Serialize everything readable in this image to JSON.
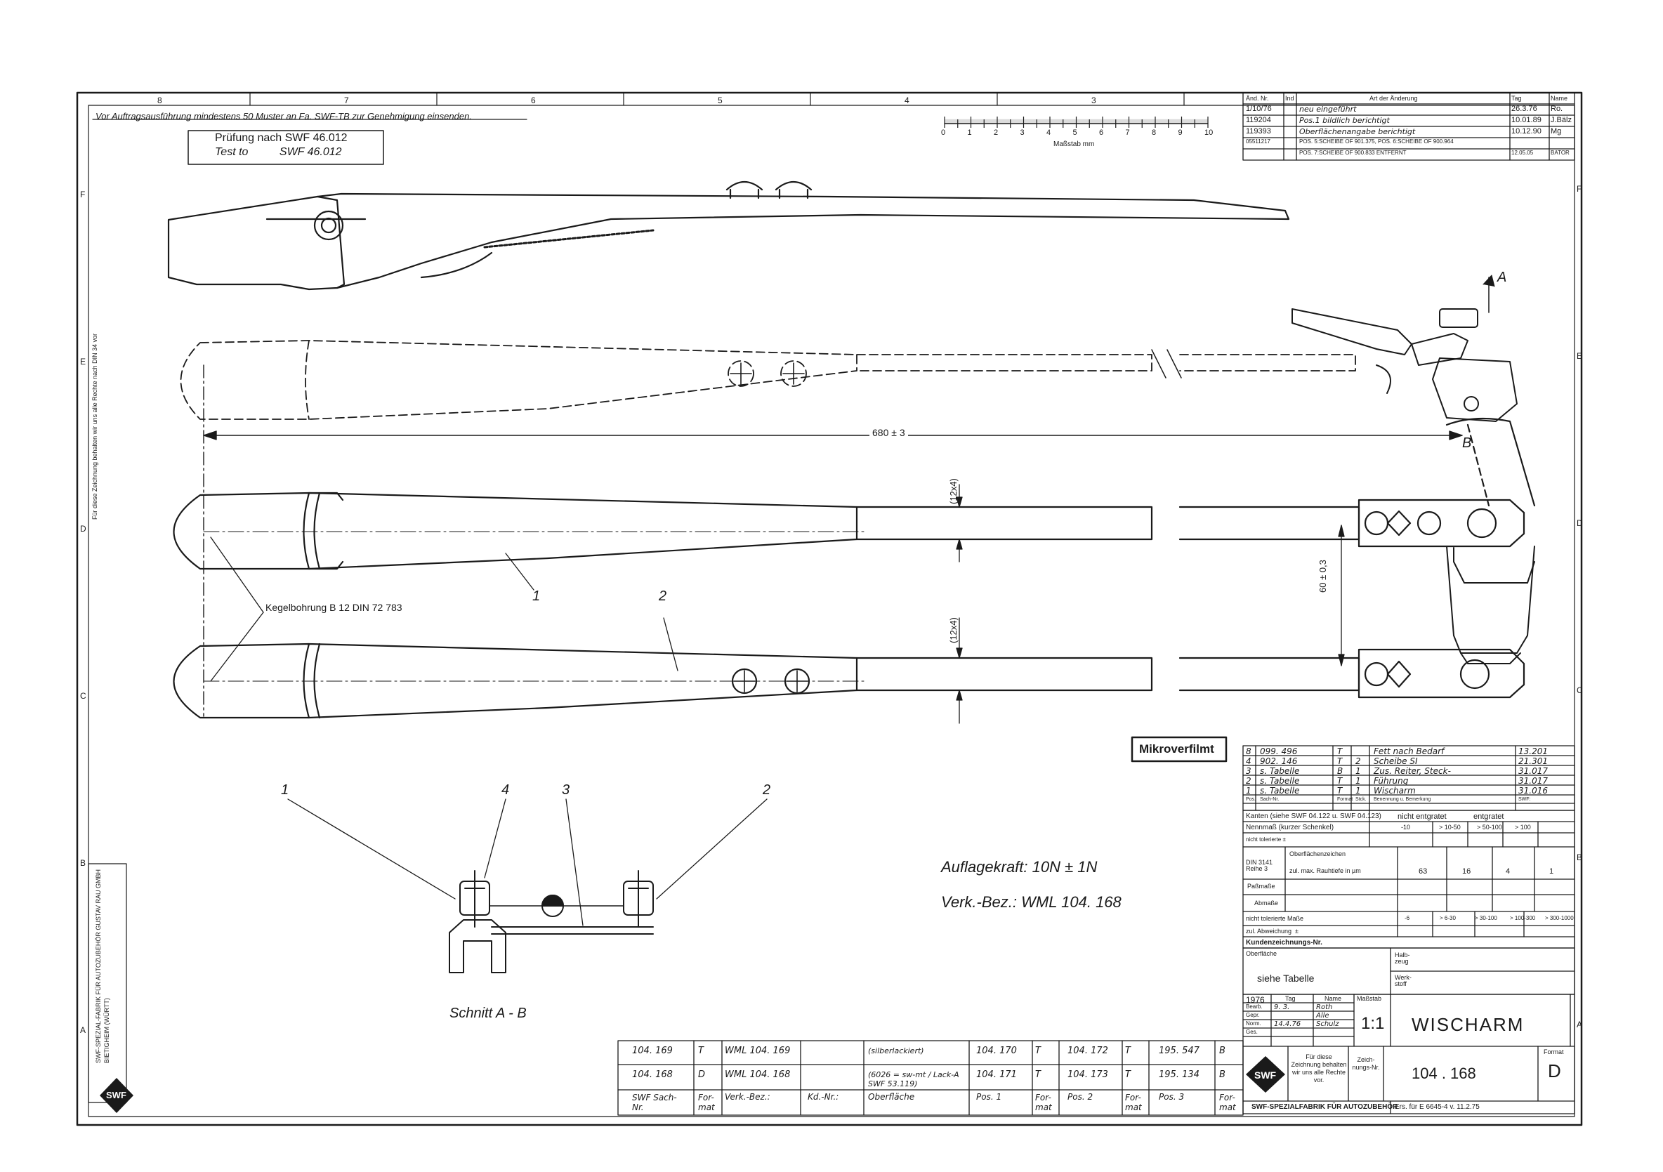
{
  "sheet": {
    "warning_text": "Vor Auftragsausführung mindestens 50 Muster an Fa. SWF-TB zur Genehmigung einsenden.",
    "test_line1": "Prüfung nach SWF 46.012",
    "test_line2": "Test to          SWF 46.012",
    "scale_label": "Maßstab mm",
    "scale_ticks": [
      "0",
      "1",
      "2",
      "3",
      "4",
      "5",
      "6",
      "7",
      "8",
      "9",
      "10"
    ],
    "column_numbers": [
      "8",
      "7",
      "6",
      "5",
      "4",
      "3"
    ],
    "row_letters": [
      "F",
      "E",
      "D",
      "C",
      "B",
      "A"
    ],
    "dimension_length": "680 ± 3",
    "dimension_gap": "60 ± 0,3",
    "tube_label": "(12x4)",
    "cone_bore_note": "Kegelbohrung B 12   DIN 72  783",
    "section_label": "Schnitt  A - B",
    "section_marker_a": "A",
    "section_marker_b": "B",
    "force": "Auflagekraft: 10N ± 1N",
    "trade_designation": "Verk.-Bez.: WML  104. 168",
    "microfilm_stamp": "Mikroverfilmt",
    "side_note": "Für diese Zeichnung behalten wir uns alle Rechte nach DIN 34 vor",
    "company_vertical": "SWF-SPEZIAL-FABRIK FÜR AUTOZUBEHÖR GUSTAV RAU GMBH BIETIGHEIM (WÜRTT)",
    "logo": "SWF",
    "item_numbers": [
      "1",
      "2",
      "3",
      "4"
    ]
  },
  "revision_table": {
    "headers": [
      "Änd. Nr.",
      "Ind",
      "Art der Änderung",
      "Tag",
      "Name"
    ],
    "rows": [
      [
        "1/10/76",
        "",
        "neu eingeführt",
        "26.3.76",
        "Ro."
      ],
      [
        "119204",
        "",
        "Pos.1 bildlich berichtigt",
        "10.01.89",
        "J.Bälz"
      ],
      [
        "119393",
        "",
        "Oberflächenangabe berichtigt",
        "10.12.90",
        "Mg"
      ],
      [
        "05511217",
        "",
        "POS. 5:SCHEIBE OF 901.375, POS. 6:SCHEIBE OF 900.964",
        "",
        ""
      ],
      [
        "",
        "",
        "POS. 7:SCHEIBE OF 900.833 ENTFERNT",
        "12.05.05",
        "BATOR"
      ]
    ]
  },
  "parts_list": {
    "rows": [
      [
        "8",
        "099. 496",
        "T",
        "",
        "Fett nach Bedarf",
        "13.201"
      ],
      [
        "4",
        "902. 146",
        "T",
        "2",
        "Scheibe SI",
        "21.301"
      ],
      [
        "3",
        "s. Tabelle",
        "B",
        "1",
        "Zus. Reiter, Steck-",
        "31.017"
      ],
      [
        "2",
        "s. Tabelle",
        "T",
        "1",
        "Führung",
        "31.017"
      ],
      [
        "1",
        "s. Tabelle",
        "T",
        "1",
        "Wischarm",
        "31.016"
      ]
    ],
    "header": [
      "Pos.",
      "Sach-Nr.",
      "Format",
      "Stck.",
      "Benennung u. Bemerkung",
      "SWF:"
    ]
  },
  "tolerances": {
    "edges_label": "Kanten (siehe SWF 04.122 u. SWF 04.123)",
    "edges_not": "nicht entgratet",
    "edges_yes": "entgratet",
    "nominal_label": "Nennmaß (kurzer Schenkel)",
    "nominal_ranges": [
      "-10",
      "> 10-50",
      "> 50-100",
      "> 100"
    ],
    "tol_label": "nicht tolerierte ±",
    "surface_label": "Oberflächenzeichen",
    "din": "DIN 3141 Reihe 3",
    "roughness_label": "zul. max. Rauhtiefe in µm",
    "roughness_values": [
      "63",
      "16",
      "4",
      "1"
    ],
    "fit_label": "Paßmaße",
    "deviation_label": "Abmaße",
    "untoleranced_label": "nicht tolerierte Maße",
    "untoleranced_ranges": [
      "-6",
      "> 6-30",
      "> 30-100",
      "> 100-300",
      "> 300-1000"
    ],
    "allowed_label": "zul. Abweichung  ±",
    "customer_label": "Kundenzeichnungs-Nr.",
    "surface_field": "Oberfläche",
    "surface_value": "siehe Tabelle",
    "semi_label": "Halb-zeug",
    "material_label": "Werk-stoff"
  },
  "title_block": {
    "year": "1976",
    "day_label": "Tag",
    "name_label": "Name",
    "scale_label": "Maßstab",
    "rows": [
      [
        "Bearb.",
        "9. 3.",
        "Roth"
      ],
      [
        "Gepr.",
        "",
        "Alle"
      ],
      [
        "Norm.",
        "14.4.76",
        "Schulz"
      ],
      [
        "Ges.",
        "",
        ""
      ]
    ],
    "scale": "1:1",
    "title": "WISCHARM",
    "rights": "Für diese Zeichnung behalten wir uns alle Rechte vor.",
    "drawing_no_label": "Zeich-nungs-Nr.",
    "drawing_no": "104 . 168",
    "format_label": "Format",
    "format": "D",
    "company": "SWF-SPEZIALFABRIK FÜR AUTOZUBEHÖR",
    "ersatz": "Ers. für E 6645-4 v. 11.2.75"
  },
  "variant_table": {
    "rows": [
      [
        "104. 169",
        "T",
        "WML 104. 169",
        "",
        "(silberlackiert)",
        "104. 170",
        "T",
        "104. 172",
        "T",
        "195. 547",
        "B"
      ],
      [
        "104. 168",
        "D",
        "WML 104. 168",
        "",
        "(6026 = sw-mt / Lack-A SWF 53.119)",
        "104. 171",
        "T",
        "104. 173",
        "T",
        "195. 134",
        "B"
      ]
    ],
    "header": [
      "SWF Sach-Nr.",
      "For-mat",
      "Verk.-Bez.:",
      "Kd.-Nr.:",
      "Oberfläche",
      "Pos. 1",
      "For-mat",
      "Pos. 2",
      "For-mat",
      "Pos. 3",
      "For-mat"
    ]
  }
}
